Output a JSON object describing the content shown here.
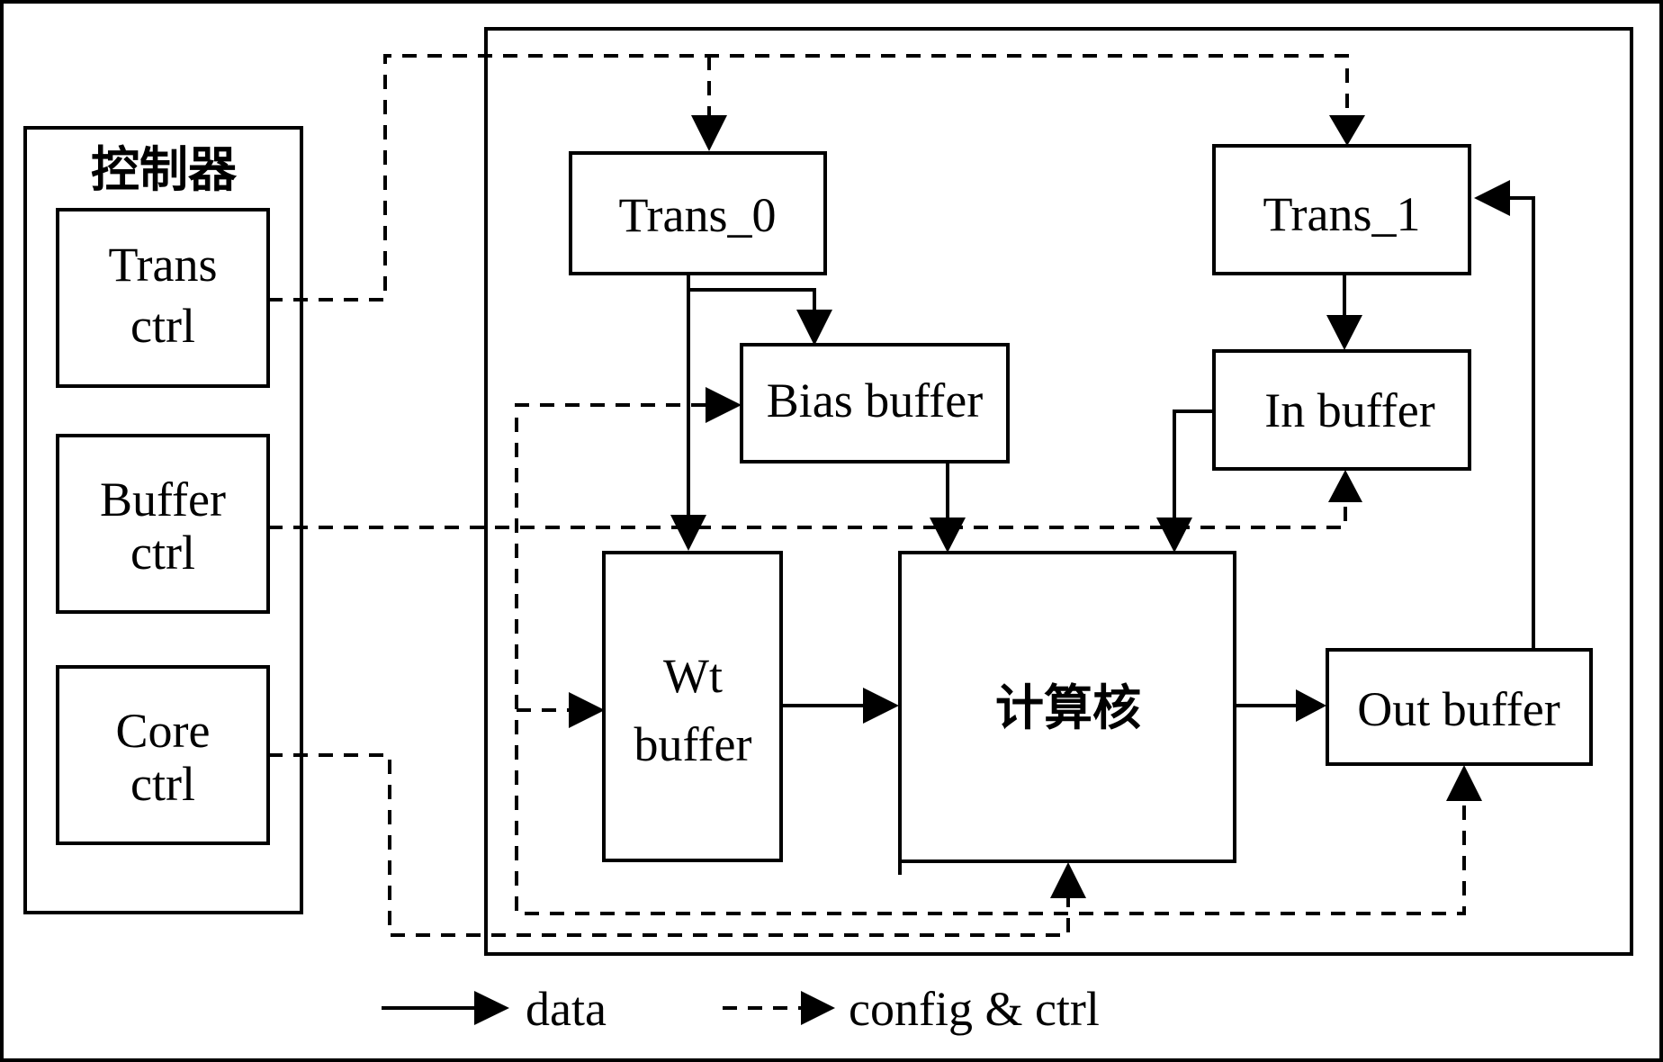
{
  "controller": {
    "title": "控制器",
    "trans_ctrl": [
      "Trans",
      "ctrl"
    ],
    "buffer_ctrl": [
      "Buffer",
      "ctrl"
    ],
    "core_ctrl": [
      "Core",
      "ctrl"
    ]
  },
  "blocks": {
    "trans_0": "Trans_0",
    "trans_1": "Trans_1",
    "bias_buffer": "Bias buffer",
    "in_buffer": "In buffer",
    "wt_buffer": [
      "Wt",
      "buffer"
    ],
    "compute_core": "计算核",
    "out_buffer": "Out buffer"
  },
  "legend": {
    "data": "data",
    "config": "config & ctrl"
  }
}
